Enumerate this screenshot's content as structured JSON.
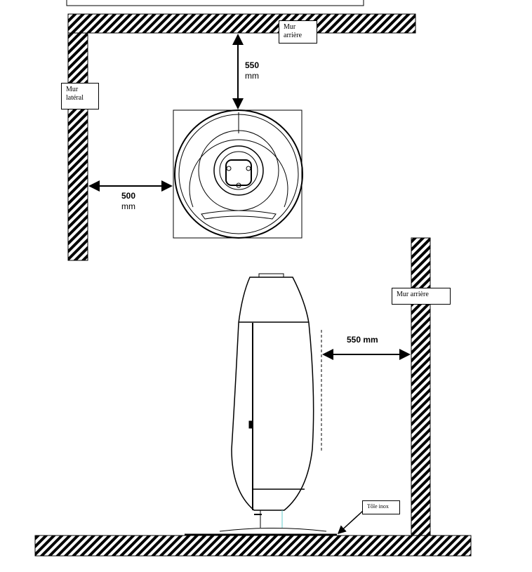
{
  "top_view": {
    "back_wall_label": "Mur arrière",
    "side_wall_label": "Mur latéral",
    "back_distance_value": "550",
    "back_distance_unit": "mm",
    "side_distance_value": "500",
    "side_distance_unit": "mm"
  },
  "side_view": {
    "back_wall_label": "Mur arrière",
    "back_distance": "550 mm",
    "floor_plate_label": "Tôle inox"
  }
}
